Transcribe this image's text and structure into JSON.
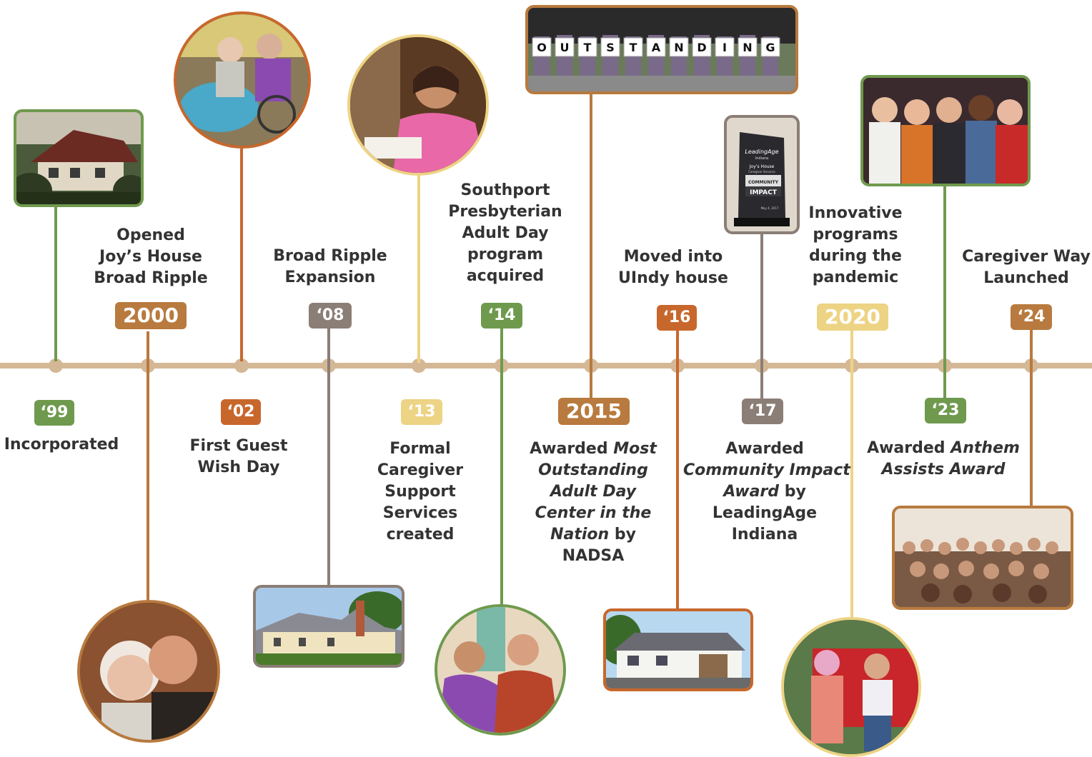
{
  "colors": {
    "axis": "#d4b896",
    "green": "#6f9a4e",
    "brown": "#b87a3e",
    "orange": "#c8672c",
    "gray": "#8b7e76",
    "yellow": "#edd384",
    "text": "#333333"
  },
  "events": [
    {
      "year": "‘99",
      "label": "Incorporated"
    },
    {
      "year": "2000",
      "label_lines": [
        "Opened",
        "Joy’s House",
        "Broad Ripple"
      ]
    },
    {
      "year": "‘02",
      "label_lines": [
        "First Guest",
        "Wish Day"
      ]
    },
    {
      "year": "‘08",
      "label_lines": [
        "Broad Ripple",
        "Expansion"
      ]
    },
    {
      "year": "‘13",
      "label_lines": [
        "Formal",
        "Caregiver",
        "Support",
        "Services",
        "created"
      ]
    },
    {
      "year": "‘14",
      "label_lines": [
        "Southport",
        "Presbyterian",
        "Adult Day",
        "program",
        "acquired"
      ]
    },
    {
      "year": "2015",
      "label_prefix": "Awarded ",
      "label_italic_1": "Most",
      "label_italic_2": "Outstanding",
      "label_italic_3": "Adult Day",
      "label_italic_4": "Center in the",
      "label_italic_5": "Nation",
      "label_suffix": " by",
      "label_last": "NADSA"
    },
    {
      "year": "‘16",
      "label_lines": [
        "Moved into",
        "UIndy house"
      ]
    },
    {
      "year": "‘17",
      "label_first": "Awarded",
      "label_italic_1": "Community Impact",
      "label_italic_2": "Award",
      "label_suffix": " by",
      "label_line_3": "LeadingAge",
      "label_line_4": "Indiana"
    },
    {
      "year": "2020",
      "label_lines": [
        "Innovative",
        "programs",
        "during the",
        "pandemic"
      ]
    },
    {
      "year": "‘23",
      "label_prefix": "Awarded ",
      "label_italic_1": "Anthem",
      "label_italic_2": "Assists Award"
    },
    {
      "year": "‘24",
      "label_lines": [
        "Caregiver Way",
        "Launched"
      ]
    }
  ],
  "banner_letters": [
    "O",
    "U",
    "T",
    "S",
    "T",
    "A",
    "N",
    "D",
    "I",
    "N",
    "G"
  ],
  "plaque": {
    "brand": "LeadingAge",
    "sub": "Indiana",
    "org": "Joy’s House",
    "org_sub": "Caregiver Services",
    "band": "COMMUNITY",
    "title": "IMPACT",
    "date": "May 4, 2017"
  },
  "icons": [
    "house-photo",
    "people-photo",
    "award-plaque-photo"
  ]
}
